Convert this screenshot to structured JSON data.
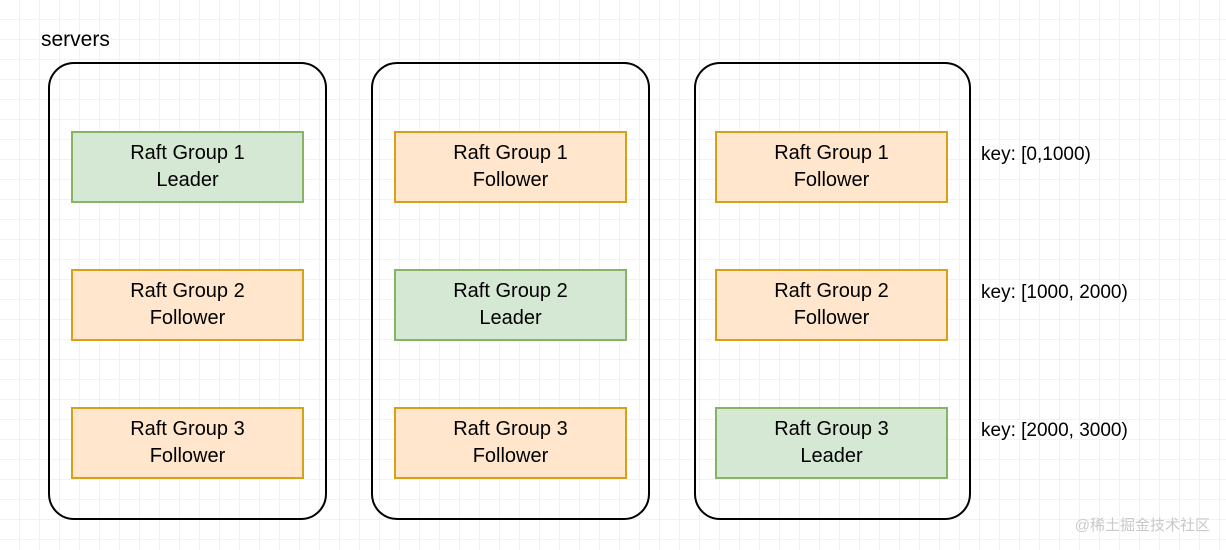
{
  "diagram": {
    "servers_label": "servers",
    "columns": [
      {
        "id": "server-1",
        "nodes": [
          {
            "group": "Raft Group 1",
            "role": "Leader",
            "state": "leader"
          },
          {
            "group": "Raft Group 2",
            "role": "Follower",
            "state": "follower"
          },
          {
            "group": "Raft Group 3",
            "role": "Follower",
            "state": "follower"
          }
        ]
      },
      {
        "id": "server-2",
        "nodes": [
          {
            "group": "Raft Group 1",
            "role": "Follower",
            "state": "follower"
          },
          {
            "group": "Raft Group 2",
            "role": "Leader",
            "state": "leader"
          },
          {
            "group": "Raft Group 3",
            "role": "Follower",
            "state": "follower"
          }
        ]
      },
      {
        "id": "server-3",
        "nodes": [
          {
            "group": "Raft Group 1",
            "role": "Follower",
            "state": "follower"
          },
          {
            "group": "Raft Group 2",
            "role": "Follower",
            "state": "follower"
          },
          {
            "group": "Raft Group 3",
            "role": "Leader",
            "state": "leader"
          }
        ]
      }
    ],
    "key_ranges": [
      "key: [0,1000)",
      "key: [1000, 2000)",
      "key: [2000, 3000)"
    ],
    "watermark": "@稀土掘金技术社区",
    "colors": {
      "leader_fill": "#d5e8d4",
      "leader_border": "#88b366",
      "follower_fill": "#ffe6cc",
      "follower_border": "#d6a017",
      "container_border": "#000000",
      "text": "#000000",
      "watermark": "#c9c9c9",
      "grid_minor": "#f2f2f2",
      "grid_major": "#e3e3e3",
      "background": "#ffffff"
    }
  }
}
